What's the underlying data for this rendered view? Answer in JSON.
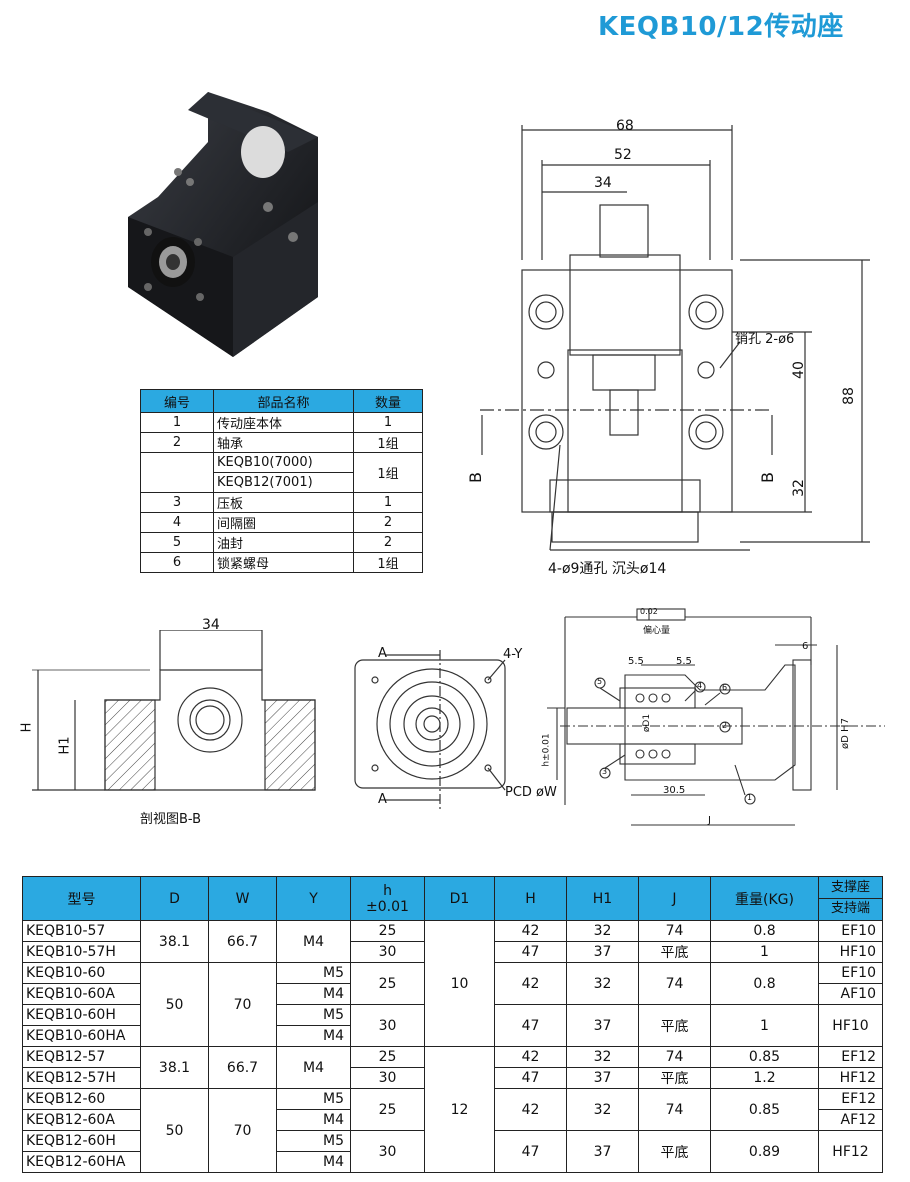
{
  "title": "KEQB10/12传动座",
  "parts_table": {
    "headers": [
      "编号",
      "部品名称",
      "数量"
    ],
    "rows": [
      {
        "no": "1",
        "name": "传动座本体",
        "qty": "1"
      },
      {
        "no": "2",
        "name": "轴承",
        "qty": "1组"
      },
      {
        "no": "",
        "name": "KEQB10(7000)",
        "qty": "1组"
      },
      {
        "no": "",
        "name": "KEQB12(7001)",
        "qty": ""
      },
      {
        "no": "3",
        "name": "压板",
        "qty": "1"
      },
      {
        "no": "4",
        "name": "间隔圈",
        "qty": "2"
      },
      {
        "no": "5",
        "name": "油封",
        "qty": "2"
      },
      {
        "no": "6",
        "name": "锁紧螺母",
        "qty": "1组"
      }
    ]
  },
  "front_view": {
    "dim_68": "68",
    "dim_52": "52",
    "dim_34": "34",
    "dim_40": "40",
    "dim_88": "88",
    "dim_32": "32",
    "pin_hole": "销孔 2-ø6",
    "bolt_holes": "4-ø9通孔 沉头ø14",
    "section_left": "B",
    "section_right": "B"
  },
  "section_view": {
    "dim_34": "34",
    "label_h": "H",
    "label_h1": "H1",
    "caption": "剖视图B-B"
  },
  "side_view": {
    "label_a_top": "A",
    "label_a_bottom": "A",
    "label_4y": "4-Y",
    "label_pcd": "PCD øW"
  },
  "detail_view": {
    "tolerance": "0.02",
    "tol_note": "偏心量",
    "dim_6": "6",
    "dim_55a": "5.5",
    "dim_55b": "5.5",
    "label_d1": "øD1",
    "label_dh7": "øD H7",
    "label_h": "h±0.01",
    "dim_305": "30.5",
    "label_j": "J",
    "balloons": [
      "1",
      "2",
      "3",
      "4",
      "5",
      "6"
    ]
  },
  "spec_table": {
    "headers": {
      "model": "型号",
      "d": "D",
      "w": "W",
      "y": "Y",
      "h1line": "h",
      "h2line": "±0.01",
      "d1": "D1",
      "H": "H",
      "H1": "H1",
      "j": "J",
      "weight": "重量(KG)",
      "support1": "支撑座",
      "support2": "支持端"
    },
    "models": [
      "KEQB10-57",
      "KEQB10-57H",
      "KEQB10-60",
      "KEQB10-60A",
      "KEQB10-60H",
      "KEQB10-60HA",
      "KEQB12-57",
      "KEQB12-57H",
      "KEQB12-60",
      "KEQB12-60A",
      "KEQB12-60H",
      "KEQB12-60HA"
    ],
    "d": [
      "38.1",
      "50",
      "38.1",
      "50"
    ],
    "w": [
      "66.7",
      "70",
      "66.7",
      "70"
    ],
    "y": [
      "M4",
      "M5",
      "M4",
      "M5",
      "M4",
      "M4",
      "M5",
      "M4",
      "M5",
      "M4"
    ],
    "h": [
      "25",
      "30",
      "25",
      "30",
      "25",
      "30",
      "25",
      "30"
    ],
    "d1": [
      "10",
      "12"
    ],
    "H": [
      "42",
      "47",
      "42",
      "47",
      "42",
      "47",
      "42",
      "47"
    ],
    "H1": [
      "32",
      "37",
      "32",
      "37",
      "32",
      "37",
      "32",
      "37"
    ],
    "j": [
      "74",
      "平底",
      "74",
      "平底",
      "74",
      "平底",
      "74",
      "平底"
    ],
    "weight": [
      "0.8",
      "1",
      "0.8",
      "1",
      "0.85",
      "1.2",
      "0.85",
      "0.89"
    ],
    "support": [
      "EF10",
      "HF10",
      "EF10",
      "AF10",
      "HF10",
      "EF12",
      "HF12",
      "EF12",
      "AF12",
      "HF12"
    ]
  }
}
